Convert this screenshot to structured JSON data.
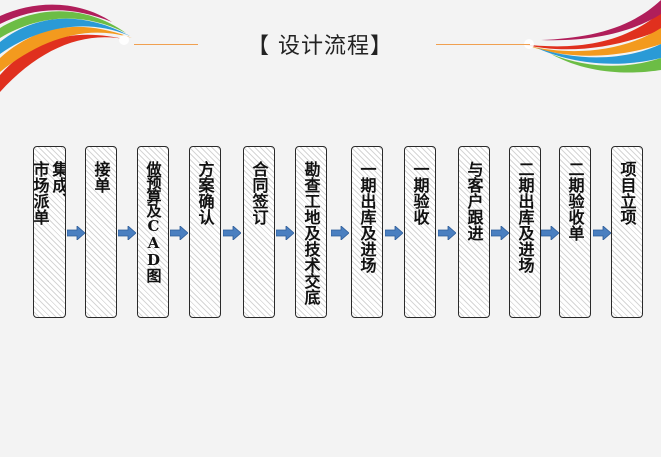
{
  "title": "【 设计流程】",
  "steps": [
    {
      "label": "集成、\n市场派单"
    },
    {
      "label": "接单"
    },
    {
      "label": "做预算及CAD图"
    },
    {
      "label": "方案确认"
    },
    {
      "label": "合同签订"
    },
    {
      "label": "勘查工地及技术交底"
    },
    {
      "label": "一期出库及进场"
    },
    {
      "label": "一期验收"
    },
    {
      "label": "与客户跟进"
    },
    {
      "label": "二期出库及进场"
    },
    {
      "label": "二期验收单"
    },
    {
      "label": "项目立项"
    }
  ],
  "colors": {
    "accent_line": "#f0a050",
    "arrow_fill": "#4a7fc0",
    "box_border": "#2a2a2a"
  }
}
